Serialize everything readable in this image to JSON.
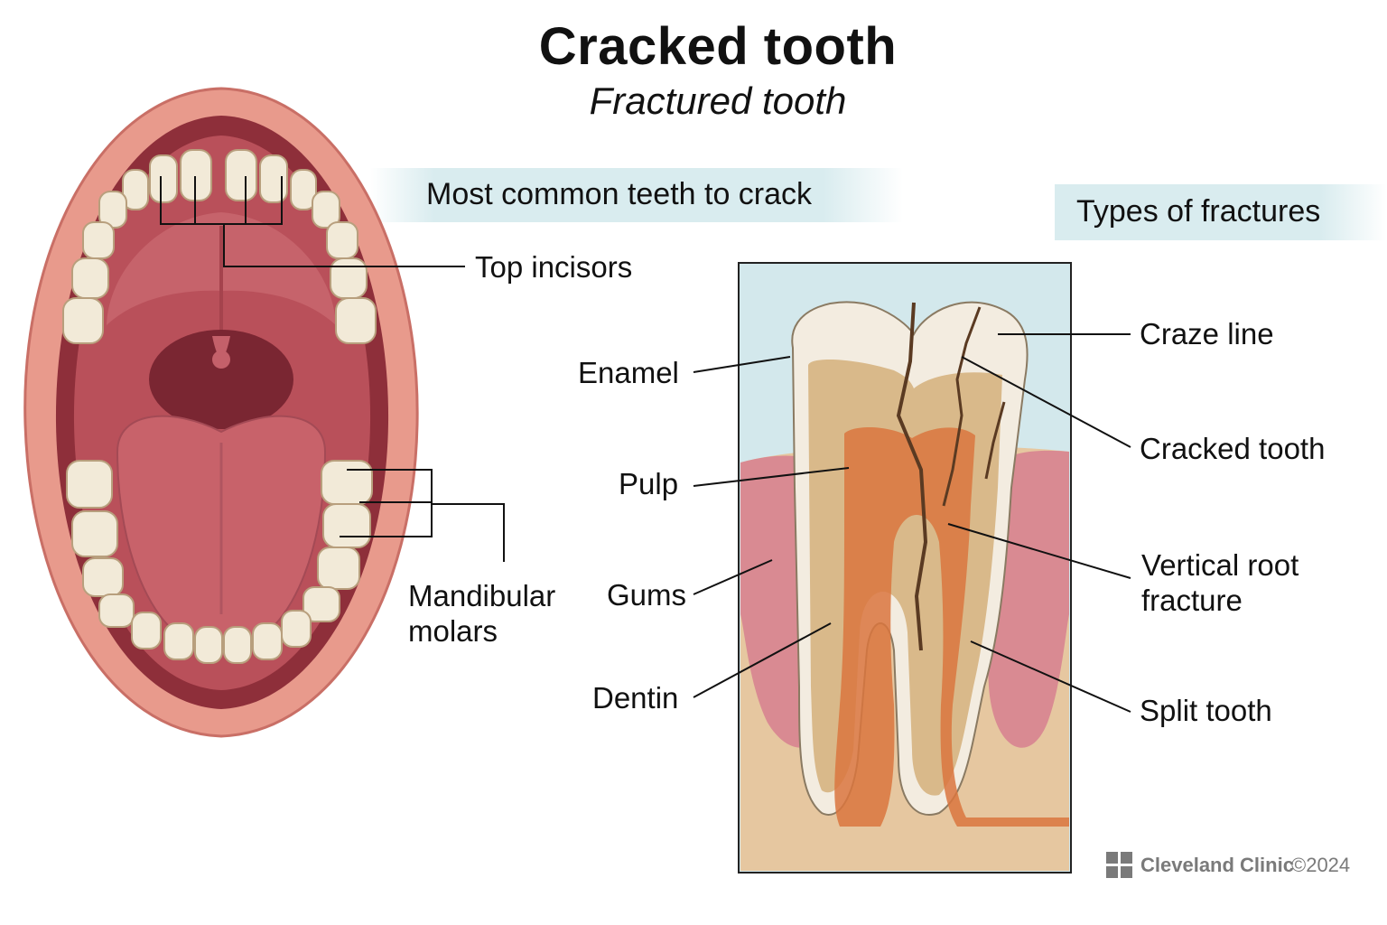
{
  "title": "Cracked tooth",
  "subtitle": "Fractured tooth",
  "left_panel": {
    "heading": "Most common teeth to crack",
    "labels": {
      "top_incisors": "Top incisors",
      "mandibular_molars": "Mandibular molars"
    }
  },
  "right_panel": {
    "heading": "Types of fractures",
    "anatomy_labels": {
      "enamel": "Enamel",
      "pulp": "Pulp",
      "gums": "Gums",
      "dentin": "Dentin"
    },
    "fracture_labels": {
      "craze_line": "Craze line",
      "cracked_tooth": "Cracked tooth",
      "vertical_root_fracture": "Vertical root fracture",
      "split_tooth": "Split tooth"
    }
  },
  "footer": {
    "brand": "Cleveland Clinic",
    "copyright": "©2024"
  },
  "colors": {
    "band": "#d9ecef",
    "lips": "#e89a8c",
    "palate": "#b9505a",
    "tongue": "#c8626a",
    "tooth": "#f2ead8",
    "dentin": "#d9b98a",
    "gum": "#d98a92",
    "bone": "#e6c7a0"
  }
}
